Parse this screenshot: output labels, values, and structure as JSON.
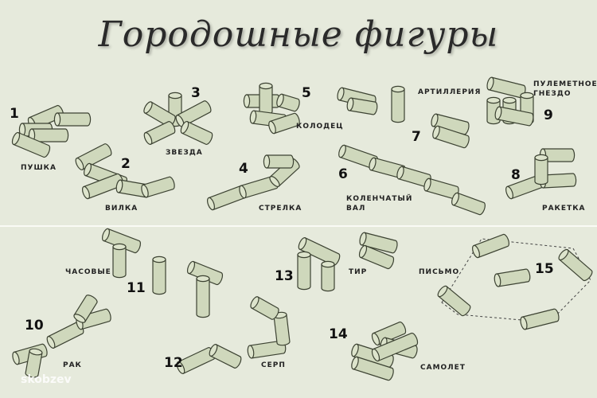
{
  "title": "Городошные фигуры",
  "figures": [
    {
      "num": "1",
      "name": "ПУШКА"
    },
    {
      "num": "2",
      "name": "ВИЛКА"
    },
    {
      "num": "3",
      "name": "ЗВЕЗДА"
    },
    {
      "num": "4",
      "name": "СТРЕЛКА"
    },
    {
      "num": "5",
      "name": "КОЛОДЕЦ"
    },
    {
      "num": "6",
      "name": "КОЛЕНЧАТЫЙ ВАЛ"
    },
    {
      "num": "7",
      "name": "АРТИЛЛЕРИЯ"
    },
    {
      "num": "8",
      "name": "РАКЕТКА"
    },
    {
      "num": "9",
      "name": "ПУЛЕМЕТНОЕ ГНЕЗДО"
    },
    {
      "num": "10",
      "name": "РАК"
    },
    {
      "num": "11",
      "name": "ЧАСОВЫЕ"
    },
    {
      "num": "12",
      "name": "СЕРП"
    },
    {
      "num": "13",
      "name": "ТИР"
    },
    {
      "num": "14",
      "name": "САМОЛЕТ"
    },
    {
      "num": "15",
      "name": "ПИСЬМО"
    }
  ],
  "watermark": "skobzev",
  "colors": {
    "background": "#e6eadc",
    "cylinder": "#cfd8bc",
    "outline": "#3c4232"
  }
}
